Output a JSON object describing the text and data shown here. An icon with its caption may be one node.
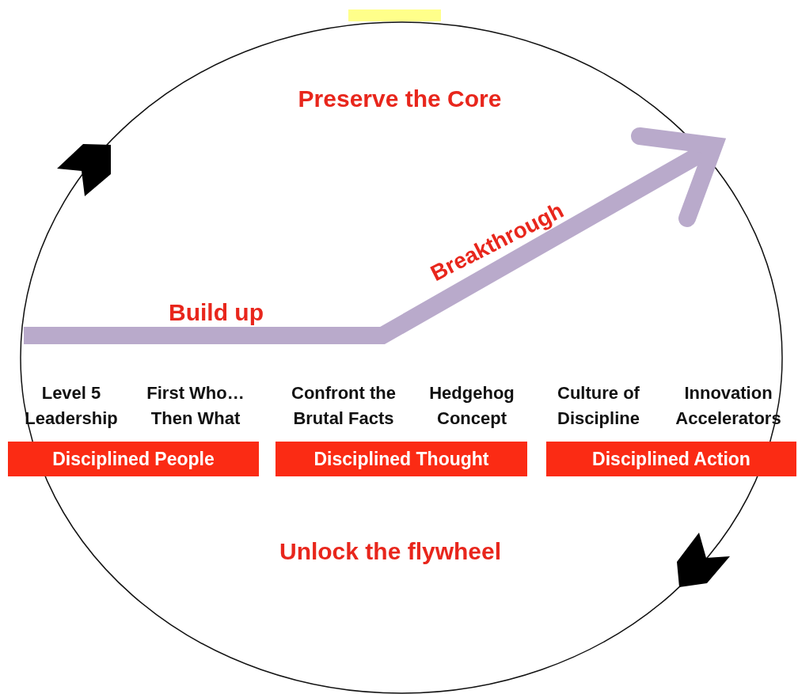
{
  "diagram": {
    "nodes": [
      {
        "text": [
          "Disciplined People"
        ]
      },
      {
        "text": [
          "Disciplined Thought"
        ]
      },
      {
        "text": [
          "Disciplined Action"
        ]
      }
    ],
    "labels": [
      "Preserve the Core",
      "Breakthrough",
      "Build up",
      "Level 5 Leadership",
      "First Who… Then What",
      "Confront the Brutal Facts",
      "Hedgehog Concept",
      "Culture of Discipline",
      "Innovation Accelerators",
      "Unlock the flywheel"
    ]
  }
}
